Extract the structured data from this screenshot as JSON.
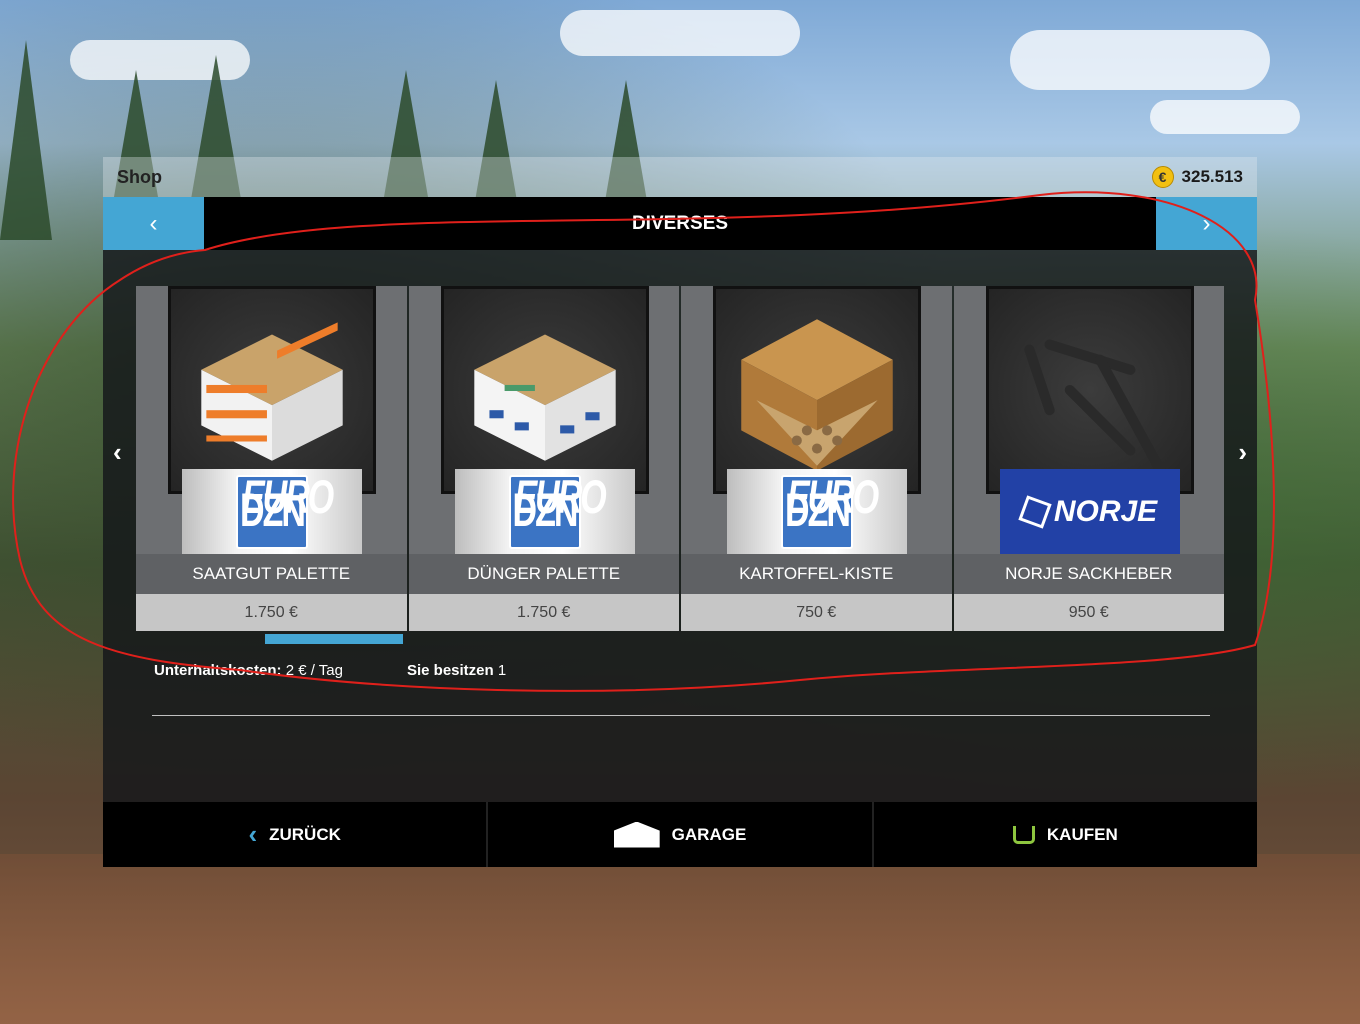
{
  "header": {
    "title": "Shop",
    "money": "325.513",
    "currency_symbol": "€"
  },
  "category": {
    "title": "DIVERSES",
    "prev_glyph": "‹",
    "next_glyph": "›"
  },
  "list_nav": {
    "left_glyph": "‹",
    "right_glyph": "›"
  },
  "items": [
    {
      "name": "SAATGUT PALETTE",
      "price": "1.750 €",
      "brand": "DZN",
      "brand_tag": "EURO",
      "thumb": "seed-pallet",
      "selected": true
    },
    {
      "name": "DÜNGER PALETTE",
      "price": "1.750 €",
      "brand": "DZN",
      "brand_tag": "EURO",
      "thumb": "fertilizer-pallet",
      "selected": false
    },
    {
      "name": "KARTOFFEL-KISTE",
      "price": "750 €",
      "brand": "DZN",
      "brand_tag": "EURO",
      "thumb": "potato-box",
      "selected": false
    },
    {
      "name": "NORJE SACKHEBER",
      "price": "950 €",
      "brand": "NORJE",
      "brand_tag": "",
      "thumb": "bag-lifter",
      "selected": false
    }
  ],
  "info": {
    "upkeep_label": "Unterhaltskosten:",
    "upkeep_value": "2 € / Tag",
    "owned_label": "Sie besitzen",
    "owned_value": "1"
  },
  "bottom": {
    "back_label": "ZURÜCK",
    "garage_label": "GARAGE",
    "buy_label": "KAUFEN"
  },
  "colors": {
    "accent": "#44a6d4",
    "annotation": "#e0201b",
    "buy_icon": "#8ec63f"
  }
}
